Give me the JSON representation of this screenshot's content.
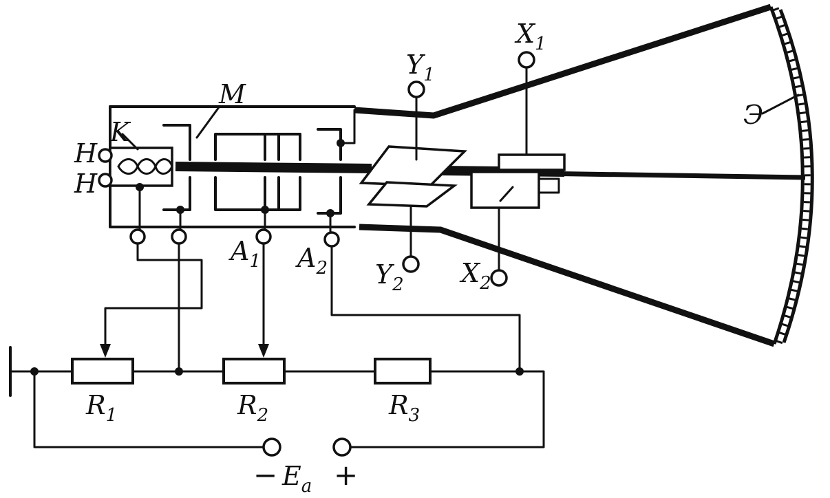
{
  "labels": {
    "cathode": "K",
    "modulator": "M",
    "heater_1": "H",
    "heater_2": "H",
    "screen": "Э",
    "anode_1": {
      "main": "A",
      "sub": "1"
    },
    "anode_2": {
      "main": "A",
      "sub": "2"
    },
    "y_plate_1": {
      "main": "Y",
      "sub": "1"
    },
    "y_plate_2": {
      "main": "Y",
      "sub": "2"
    },
    "x_plate_1": {
      "main": "X",
      "sub": "1"
    },
    "x_plate_2": {
      "main": "X",
      "sub": "2"
    },
    "r1": {
      "main": "R",
      "sub": "1"
    },
    "r2": {
      "main": "R",
      "sub": "2"
    },
    "r3": {
      "main": "R",
      "sub": "3"
    },
    "supply": {
      "main": "E",
      "sub": "a"
    },
    "minus": "−",
    "plus": "+"
  }
}
